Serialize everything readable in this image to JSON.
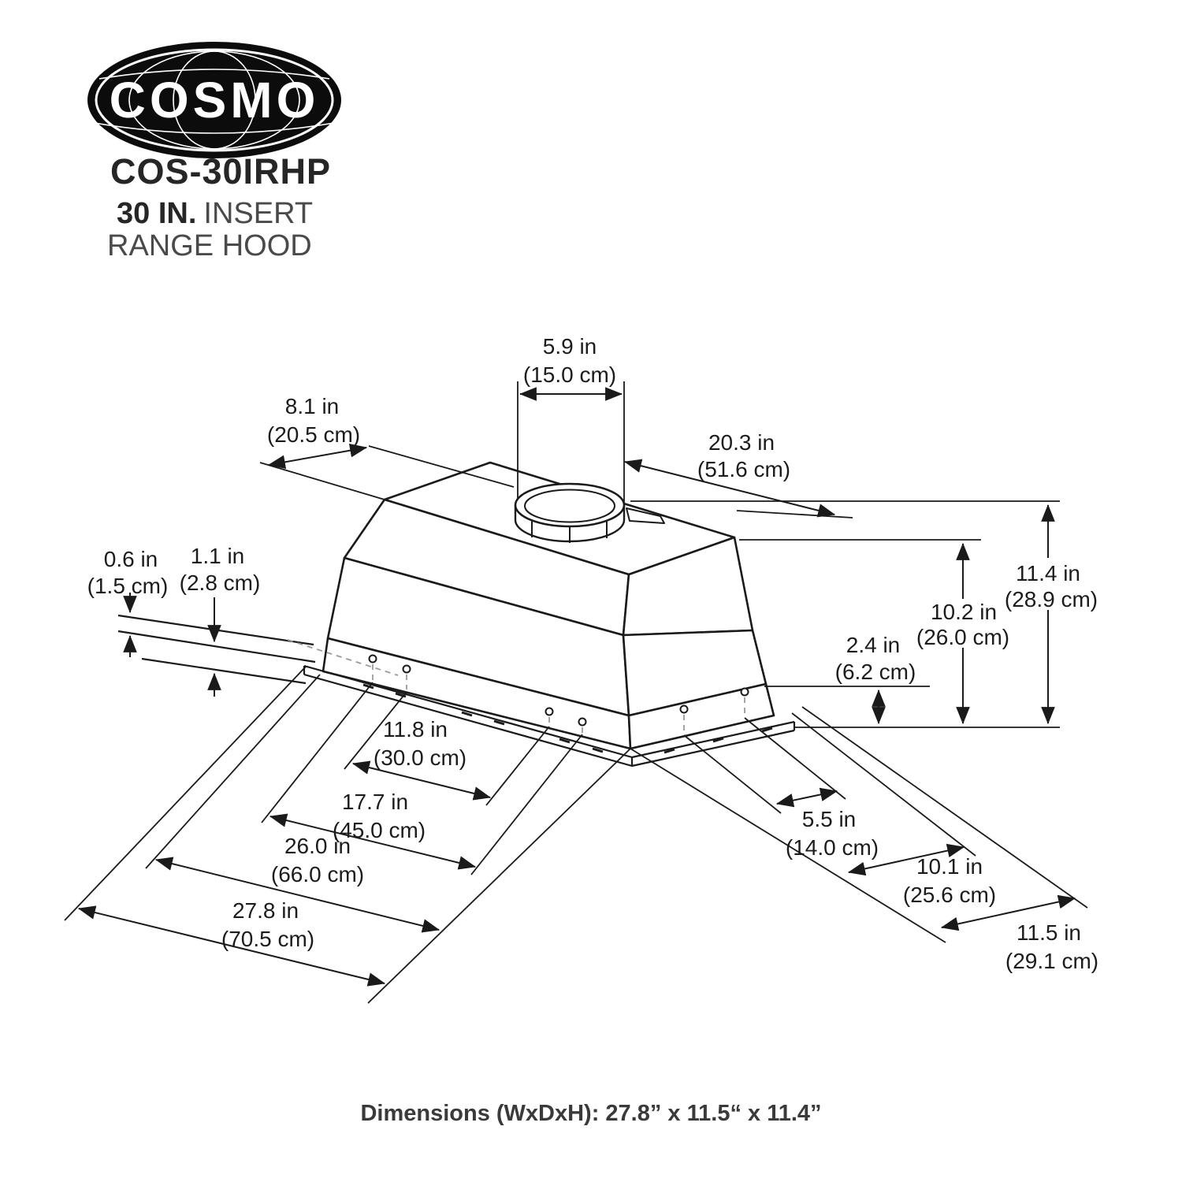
{
  "brand": {
    "logo_text": "COSMO",
    "model": "COS-30IRHP",
    "product_bold": "30 IN.",
    "product_rest": "INSERT",
    "product_line2": "RANGE HOOD"
  },
  "caption": "Dimensions (WxDxH): 27.8” x 11.5“ x 11.4”",
  "dims": {
    "duct": {
      "in": "5.9 in",
      "cm": "(15.0 cm)"
    },
    "top_offset": {
      "in": "8.1 in",
      "cm": "(20.5 cm)"
    },
    "top_depth": {
      "in": "20.3 in",
      "cm": "(51.6 cm)"
    },
    "lip_thickness": {
      "in": "0.6 in",
      "cm": "(1.5 cm)"
    },
    "lip_height": {
      "in": "1.1 in",
      "cm": "(2.8 cm)"
    },
    "height_total": {
      "in": "11.4 in",
      "cm": "(28.9 cm)"
    },
    "height_body": {
      "in": "10.2 in",
      "cm": "(26.0 cm)"
    },
    "height_band": {
      "in": "2.4 in",
      "cm": "(6.2 cm)"
    },
    "width_holes_inner": {
      "in": "11.8 in",
      "cm": "(30.0 cm)"
    },
    "width_holes_outer": {
      "in": "17.7 in",
      "cm": "(45.0 cm)"
    },
    "width_opening": {
      "in": "26.0 in",
      "cm": "(66.0 cm)"
    },
    "width_overall": {
      "in": "27.8 in",
      "cm": "(70.5 cm)"
    },
    "depth_holes": {
      "in": "5.5 in",
      "cm": "(14.0 cm)"
    },
    "depth_inner": {
      "in": "10.1 in",
      "cm": "(25.6 cm)"
    },
    "depth_overall": {
      "in": "11.5 in",
      "cm": "(29.1 cm)"
    }
  },
  "colors": {
    "line": "#1a1a1a",
    "dashed": "#9a9a9a",
    "logo_bg": "#0c0c0c"
  }
}
